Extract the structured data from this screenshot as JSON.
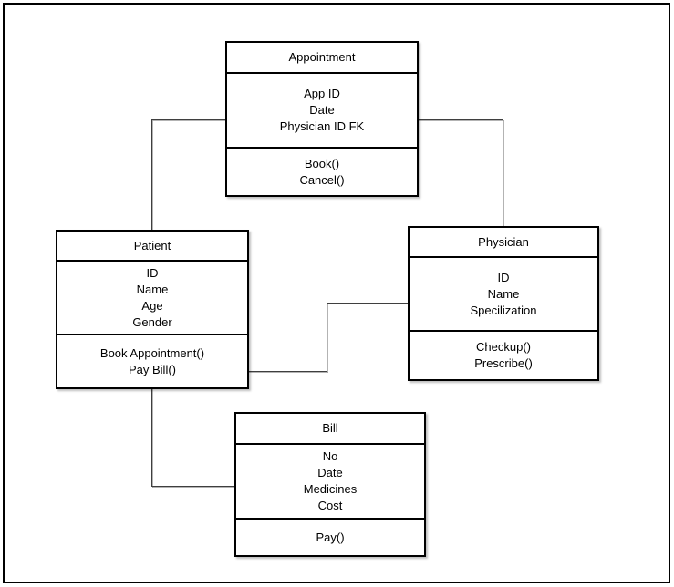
{
  "diagram_type": "uml-class-diagram",
  "classes": [
    {
      "name": "Appointment",
      "attributes": [
        "App ID",
        "Date",
        "Physician ID FK"
      ],
      "methods": [
        "Book()",
        "Cancel()"
      ]
    },
    {
      "name": "Patient",
      "attributes": [
        "ID",
        "Name",
        "Age",
        "Gender"
      ],
      "methods": [
        "Book Appointment()",
        "Pay Bill()"
      ]
    },
    {
      "name": "Physician",
      "attributes": [
        "ID",
        "Name",
        "Specilization"
      ],
      "methods": [
        "Checkup()",
        "Prescribe()"
      ]
    },
    {
      "name": "Bill",
      "attributes": [
        "No",
        "Date",
        "Medicines",
        "Cost"
      ],
      "methods": [
        "Pay()"
      ]
    }
  ],
  "connections": [
    {
      "from": "Patient",
      "to": "Appointment",
      "style": "elbow"
    },
    {
      "from": "Appointment",
      "to": "Physician",
      "style": "elbow"
    },
    {
      "from": "Patient",
      "to": "Physician",
      "style": "elbow"
    },
    {
      "from": "Patient",
      "to": "Bill",
      "style": "elbow"
    }
  ],
  "colors": {
    "box_border": "#000000",
    "connector": "#3f3f3f",
    "background": "#ffffff",
    "text": "#000000"
  }
}
